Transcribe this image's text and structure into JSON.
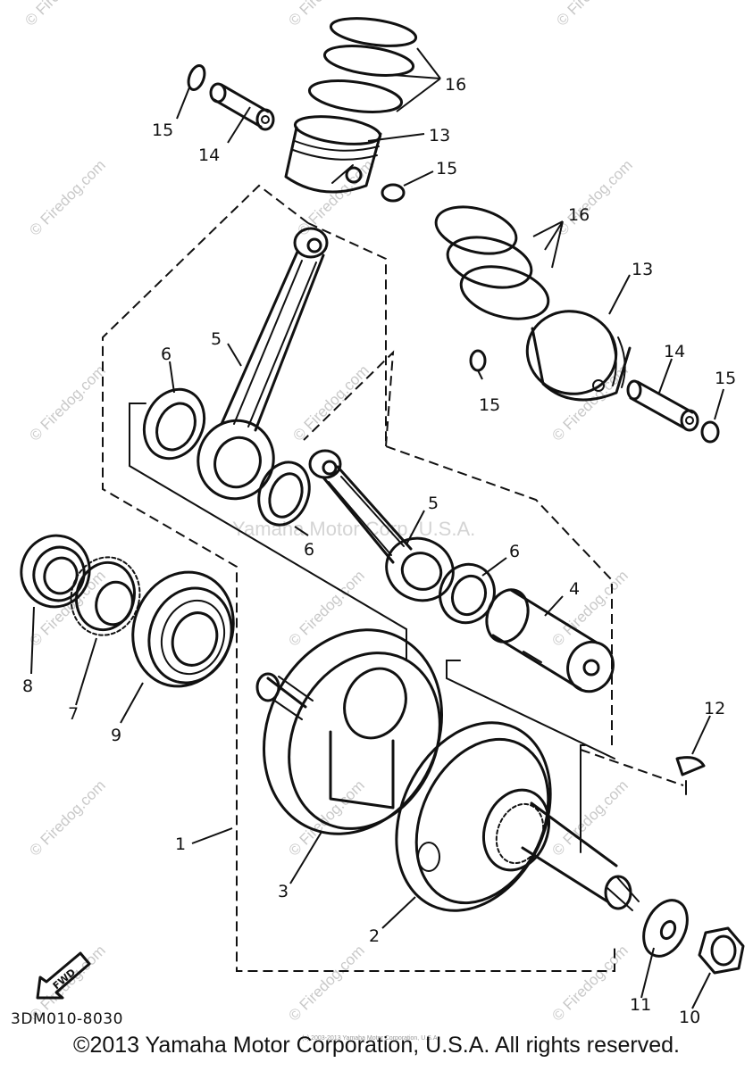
{
  "diagram": {
    "callouts": {
      "c1": "1",
      "c2": "2",
      "c3": "3",
      "c4": "4",
      "c5a": "5",
      "c5b": "5",
      "c6a": "6",
      "c6b": "6",
      "c6c": "6",
      "c7": "7",
      "c8": "8",
      "c9": "9",
      "c10": "10",
      "c11": "11",
      "c12": "12",
      "c13a": "13",
      "c13b": "13",
      "c14a": "14",
      "c14b": "14",
      "c15a": "15",
      "c15b": "15",
      "c15c": "15",
      "c15d": "15",
      "c16a": "16",
      "c16b": "16"
    },
    "drawing_code": "3DM010-8030",
    "fwd_label": "FWD"
  },
  "watermarks": {
    "site": "© Firedog.com",
    "center": "Yamaha Motor Corp. U.S.A.",
    "small": "(c) 2003-2013 Yamaha Motor Corporation, U.S.A."
  },
  "footer": {
    "copyright": "©2013 Yamaha Motor Corporation, U.S.A. All rights reserved."
  }
}
